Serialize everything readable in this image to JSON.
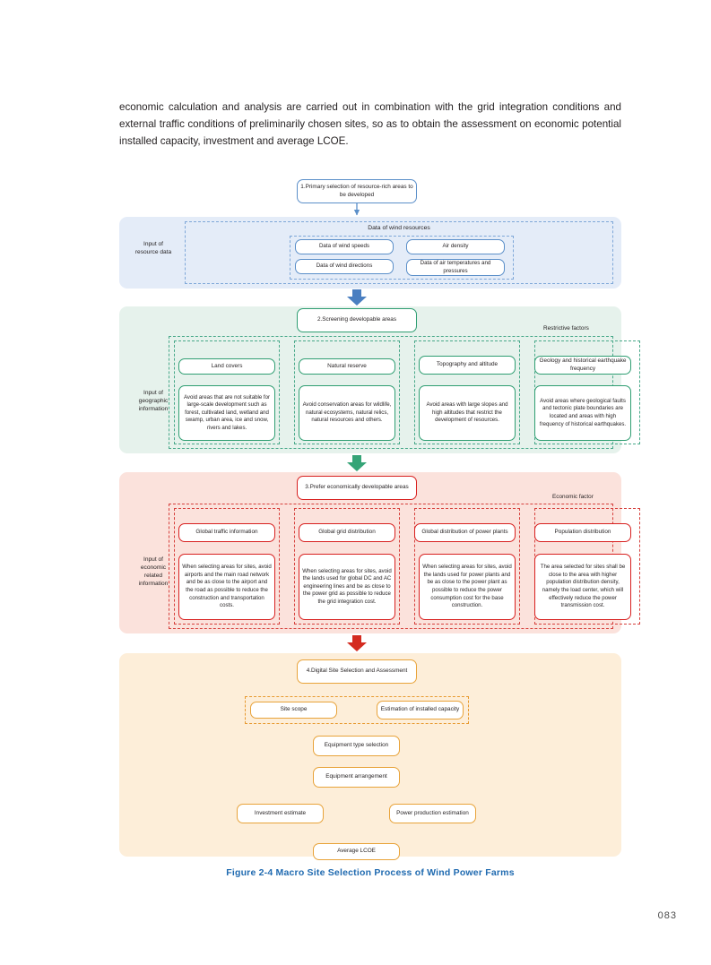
{
  "intro": {
    "paragraph": "economic calculation and analysis are carried out in combination with the grid integration conditions and external traffic conditions of preliminarily chosen sites, so as to obtain the assessment on economic potential installed capacity, investment and average LCOE."
  },
  "figure": {
    "caption": "Figure 2-4    Macro Site Selection Process of Wind Power Farms",
    "caption_color": "#1f6ab0"
  },
  "page_number": "083",
  "flow": {
    "step1": {
      "title": "1.Primary selection of resource-rich areas to be developed",
      "band_label": "Input of\nresource data",
      "band_color": "#e4ecf8",
      "accent": "#5b8fc9",
      "group_title": "Data of wind resources",
      "items": [
        "Data of wind speeds",
        "Air density",
        "Data of wind directions",
        "Data of air temperatures and pressures"
      ]
    },
    "step2": {
      "title": "2.Screening developable areas",
      "band_label": "Input of\ngeographic\ninformation",
      "band_color": "#e6f2ec",
      "accent": "#2f9e72",
      "side_tag": "Restrictive factors",
      "columns": [
        {
          "head": "Land covers",
          "body": "Avoid areas that are not suitable for large-scale development such as forest, cultivated land, wetland and swamp, urban area, ice and snow, rivers and lakes."
        },
        {
          "head": "Natural reserve",
          "body": "Avoid conservation areas for wildlife, natural ecosystems, natural relics, natural resources and others."
        },
        {
          "head": "Topography and altitude",
          "body": "Avoid areas with large slopes and high altitudes that restrict the development of resources."
        },
        {
          "head": "Geology and historical earthquake frequency",
          "body": "Avoid areas where geological faults and tectonic plate boundaries are located and areas with high frequency of historical earthquakes."
        }
      ]
    },
    "step3": {
      "title": "3.Prefer economically developable areas",
      "band_label": "Input of\neconomic\nrelated\ninformation",
      "band_color": "#fbe2dc",
      "accent": "#d8201f",
      "side_tag": "Economic factor",
      "columns": [
        {
          "head": "Global traffic information",
          "body": "When selecting areas for sites, avoid airports and the main road network and be as close to the airport and the road as possible to reduce the construction and transportation costs."
        },
        {
          "head": "Global grid distribution",
          "body": "When selecting areas for sites, avoid the lands used for global DC and AC engineering lines and be as close to the power grid as possible to reduce the grid integration cost."
        },
        {
          "head": "Global distribution of power plants",
          "body": "When selecting areas for sites, avoid the lands used for power plants and be as close to the power plant as possible to reduce the power consumption cost for the base construction."
        },
        {
          "head": "Population distribution",
          "body": "The area selected for sites shall be close to the area with higher population distribution density, namely the load center, which will effectively reduce the power transmission cost."
        }
      ]
    },
    "step4": {
      "title": "4.Digital Site Selection and Assessment",
      "band_color": "#fdeed9",
      "accent": "#e8a33a",
      "nodes": {
        "site_scope": "Site scope",
        "installed_capacity": "Estimation of installed capacity",
        "equipment_type": "Equipment type selection",
        "equipment_arrangement": "Equipment arrangement",
        "investment_estimate": "Investment estimate",
        "power_production": "Power production estimation",
        "average_lcoe": "Average LCOE"
      }
    }
  }
}
